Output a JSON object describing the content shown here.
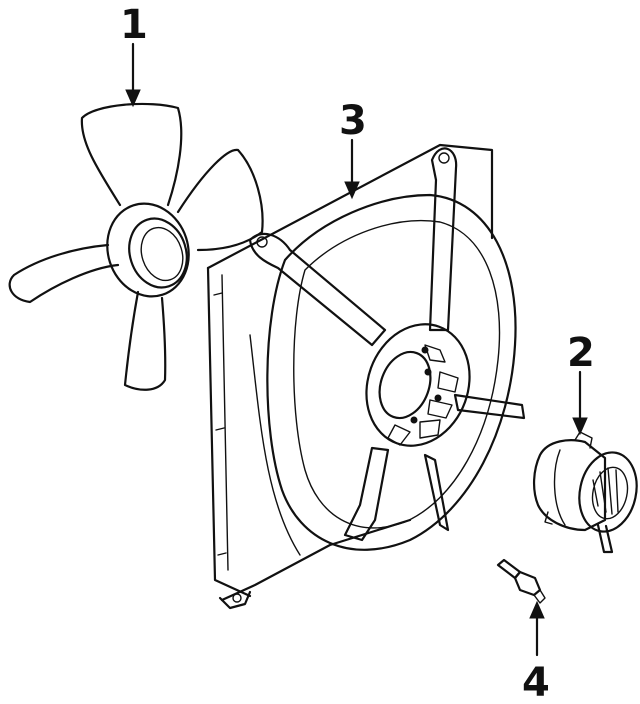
{
  "callouts": [
    {
      "id": "1",
      "label": "1"
    },
    {
      "id": "2",
      "label": "2"
    },
    {
      "id": "3",
      "label": "3"
    },
    {
      "id": "4",
      "label": "4"
    }
  ],
  "colors": {
    "ink": "#111111",
    "background": "#ffffff"
  }
}
